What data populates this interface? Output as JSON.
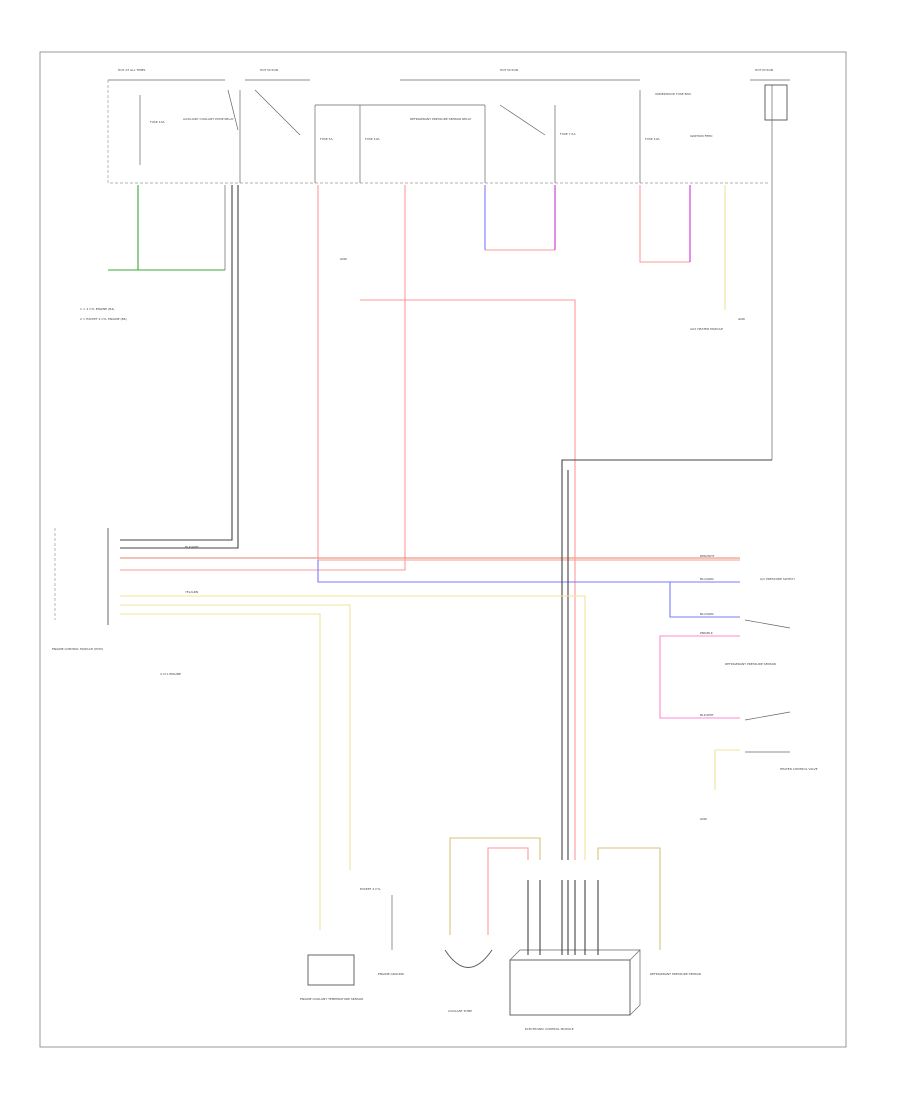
{
  "colors": {
    "black": "#444444",
    "red": "#ff9a9a",
    "blue": "#7a7aff",
    "green": "#3aa83a",
    "yellow": "#efe49a",
    "pink": "#ff8ad8",
    "tan": "#d8c37a",
    "magenta": "#cc33cc",
    "orange": "#e08a6a",
    "gray": "#888888"
  },
  "labels": {
    "hot_top_1": "HOT AT ALL TIMES",
    "hot_top_2": "HOT IN RUN",
    "hot_top_3": "HOT IN RUN",
    "hot_top_4": "HOT IN RUN",
    "fuse_1": "FUSE 10A",
    "relay_1": "AUXILIARY COOLANT PUMP RELAY",
    "fuse_2": "FUSE 5A",
    "fuse_3": "FUSE 10A",
    "relay_2": "REFRIGERANT PRESSURE SENSOR RELAY",
    "fuse_4": "FUSE 7.5A",
    "fuse_5": "FUSE 10A",
    "underhood": "UNDERHOOD FUSE BOX",
    "ignition_feed": "IGNITION FEED",
    "ground_note_1": "1 = 4 CYL ENGINE (B4)",
    "ground_note_2": "2 = EXCEPT 4 CYL ENGINE (B6)",
    "ground_label": "GND",
    "ecm_label": "ENGINE CONTROL MODULE (ECM)",
    "ecm_conn": "4 CYL ENGINE",
    "coolant_sensor": "ENGINE COOLANT TEMPERATURE SENSOR",
    "engine_ground": "ENGINE GROUND",
    "except_4cyl": "EXCEPT 4 CYL",
    "coolant_pump": "COOLANT PUMP",
    "elec_control": "ELECTRONIC CONTROL MODULE",
    "aux_module": "AUX HEATER MODULE",
    "sensor_right_1": "REFRIGERANT PRESSURE SENSOR",
    "sensor_right_2": "A/C PRESSURE SWITCH",
    "sensor_right_3": "HEATER CONTROL VALVE",
    "wire_black_1": "BLK/WHT",
    "wire_red_1": "RED/WHT",
    "wire_blue_1": "BLU/GRN",
    "wire_yellow_1": "YEL/GRN",
    "wire_pink_1": "PNK/BLK",
    "wire_tan_1": "TAN/BLK"
  }
}
